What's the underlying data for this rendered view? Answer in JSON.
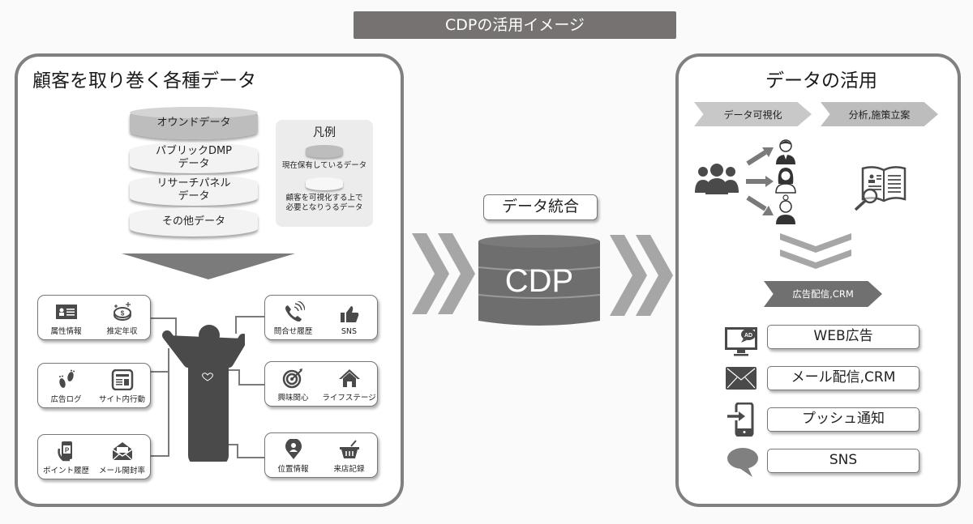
{
  "banner": {
    "title": "CDPの活用イメージ"
  },
  "left_panel": {
    "title": "顧客を取り巻く各種データ",
    "data_stack": [
      {
        "label": "オウンドデータ",
        "status": "owned"
      },
      {
        "label": "パブリックDMP\nデータ",
        "line1": "パブリックDMP",
        "line2": "データ",
        "status": "needed"
      },
      {
        "label": "リサーチパネル\nデータ",
        "line1": "リサーチパネル",
        "line2": "データ",
        "status": "needed"
      },
      {
        "label": "その他データ",
        "status": "needed"
      }
    ],
    "legend": {
      "title": "凡例",
      "owned_label": "現在保有しているデータ",
      "needed_line1": "顧客を可視化する上で",
      "needed_line2": "必要となりうるデータ"
    },
    "customer_icon": "person-arms-up-icon",
    "data_boxes": [
      {
        "items": [
          {
            "label": "属性情報",
            "icon": "id-card-icon"
          },
          {
            "label": "推定年収",
            "icon": "coins-icon"
          }
        ]
      },
      {
        "items": [
          {
            "label": "広告ログ",
            "icon": "footprints-icon"
          },
          {
            "label": "サイト内行動",
            "icon": "webpage-icon"
          }
        ]
      },
      {
        "items": [
          {
            "label": "ポイント履歴",
            "icon": "phone-points-icon"
          },
          {
            "label": "メール開封率",
            "icon": "open-mail-icon"
          }
        ]
      },
      {
        "items": [
          {
            "label": "問合せ履歴",
            "icon": "phone-call-icon"
          },
          {
            "label": "SNS",
            "icon": "thumbs-up-icon"
          }
        ]
      },
      {
        "items": [
          {
            "label": "興味関心",
            "icon": "target-icon"
          },
          {
            "label": "ライフステージ",
            "icon": "house-icon"
          }
        ]
      },
      {
        "items": [
          {
            "label": "位置情報",
            "icon": "location-pin-icon"
          },
          {
            "label": "来店記録",
            "icon": "basket-icon"
          }
        ]
      }
    ]
  },
  "center": {
    "merge_label": "データ統合",
    "cdp_label": "CDP"
  },
  "right_panel": {
    "title": "データの活用",
    "steps": [
      "データ可視化",
      "分析,施策立案"
    ],
    "delivery_step": "広告配信,CRM",
    "channels": [
      {
        "label": "WEB広告",
        "icon": "monitor-ad-icon"
      },
      {
        "label": "メール配信,CRM",
        "icon": "envelope-icon"
      },
      {
        "label": "プッシュ通知",
        "icon": "smartphone-push-icon"
      },
      {
        "label": "SNS",
        "icon": "speech-bubble-icon"
      }
    ]
  },
  "colors": {
    "banner_bg": "#767272",
    "panel_border": "#808080",
    "owned_data": "#bdbdbd",
    "needed_data": "#f3f3f3",
    "cdp_body": "#6e6e6e",
    "chevron": "#a6a6a6",
    "icon_dark": "#4a4a4a"
  }
}
